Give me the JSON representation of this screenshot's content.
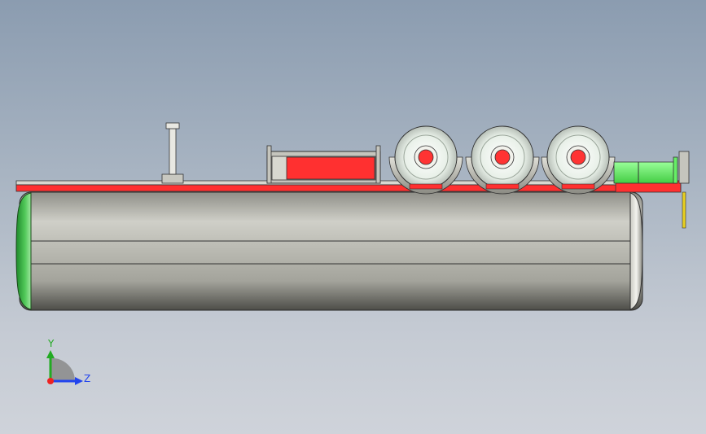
{
  "viewport": {
    "background_top": "#8b9cb0",
    "background_bottom": "#cfd3da"
  },
  "model": {
    "tank_color": "#c5c5bd",
    "end_cap_color": "#3fb84a",
    "frame_color": "#ff3333",
    "reel_color": "#e6efe6",
    "reel_hub_color": "#ff3333",
    "green_rack_color": "#66ee66",
    "reel_count": 3
  },
  "triad": {
    "y_label": "Y",
    "z_label": "Z",
    "y_color": "#22aa22",
    "z_color": "#2244ee",
    "x_color": "#ee2222",
    "label_y_color": "#22aa22",
    "label_z_color": "#2244ee"
  }
}
